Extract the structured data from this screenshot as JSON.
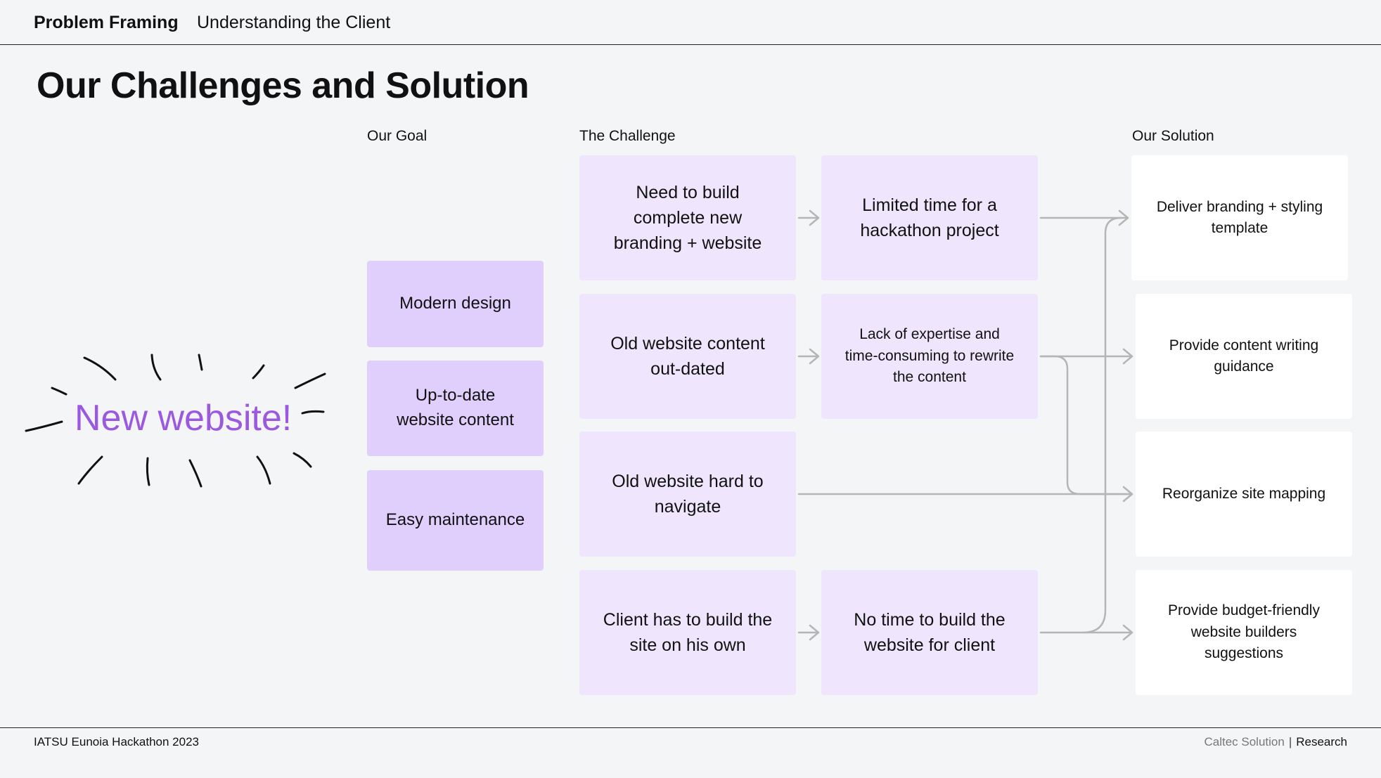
{
  "header": {
    "section": "Problem Framing",
    "subsection": "Understanding the Client"
  },
  "page_title": "Our Challenges and Solution",
  "columns": {
    "goal": "Our Goal",
    "challenge": "The Challenge",
    "solution": "Our Solution"
  },
  "burst_text": "New website!",
  "goals": [
    "Modern design",
    "Up-to-date website content",
    "Easy maintenance"
  ],
  "challenges": [
    "Need to build complete new branding + website",
    "Old website content out-dated",
    "Old website hard to navigate",
    "Client has to build the site on his own"
  ],
  "constraints": [
    "Limited time for a hackathon project",
    "Lack of expertise and time-consuming to rewrite the content",
    "No time to build the website for client"
  ],
  "solutions": [
    "Deliver branding + styling template",
    "Provide content writing guidance",
    "Reorganize site mapping",
    "Provide budget-friendly website builders suggestions"
  ],
  "footer": {
    "event": "IATSU Eunoia Hackathon 2023",
    "brand": "Caltec Solution",
    "section": "Research"
  },
  "colors": {
    "goal_card": "#e0cffc",
    "challenge_card": "#efe6fd",
    "solution_card": "#ffffff",
    "accent_text": "#9b59e0",
    "connector": "#b5b5b5"
  }
}
